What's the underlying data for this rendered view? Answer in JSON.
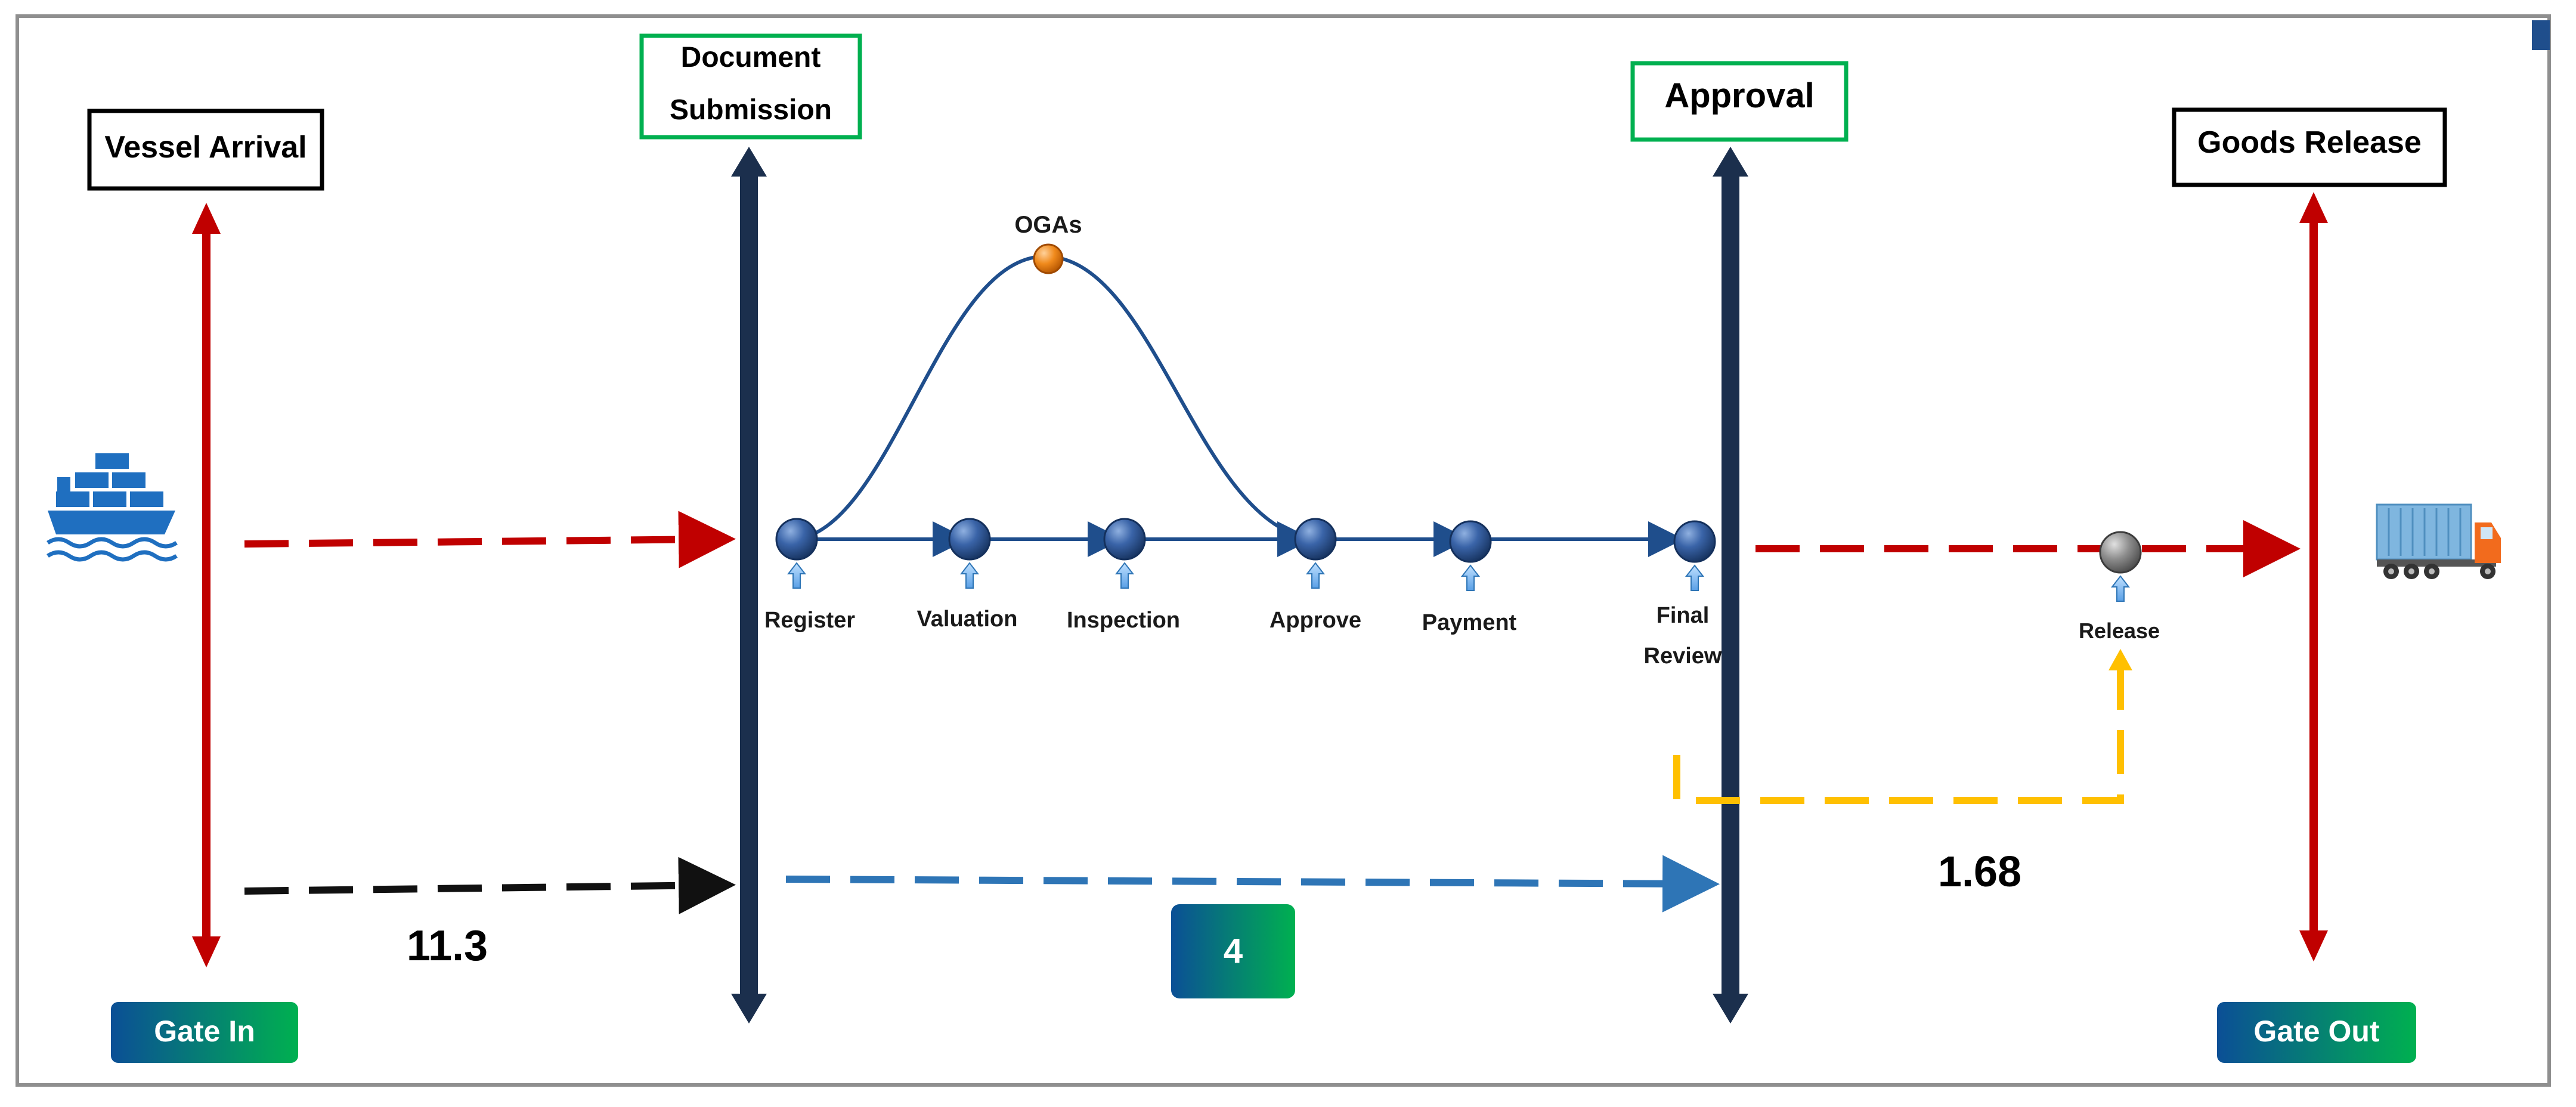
{
  "stages": {
    "vessel_arrival": "Vessel Arrival",
    "document_submission": [
      "Document",
      "Submission"
    ],
    "approval": "Approval",
    "goods_release": "Goods Release"
  },
  "gates": {
    "gate_in": "Gate In",
    "gate_out": "Gate Out"
  },
  "process_steps": {
    "register": "Register",
    "valuation": "Valuation",
    "inspection": "Inspection",
    "approve": "Approve",
    "payment": "Payment",
    "final_review": [
      "Final",
      "Review"
    ],
    "release": "Release"
  },
  "oga_label": "OGAs",
  "durations": {
    "arrival_to_submission": "11.3",
    "submission_to_approval": "4",
    "approval_to_release": "1.68"
  },
  "colors": {
    "red_arrow": "#c00000",
    "navy_pillar": "#1b2f4d",
    "blue_node": "#2f5597",
    "orange_node": "#ed7d31",
    "yellow_dash": "#ffc000",
    "blue_dash": "#2e75b6",
    "green_border": "#00b050",
    "badge_start": "#0b5394",
    "badge_end": "#00b050"
  },
  "icons": {
    "start": "cargo-ship-icon",
    "end": "container-truck-icon"
  }
}
